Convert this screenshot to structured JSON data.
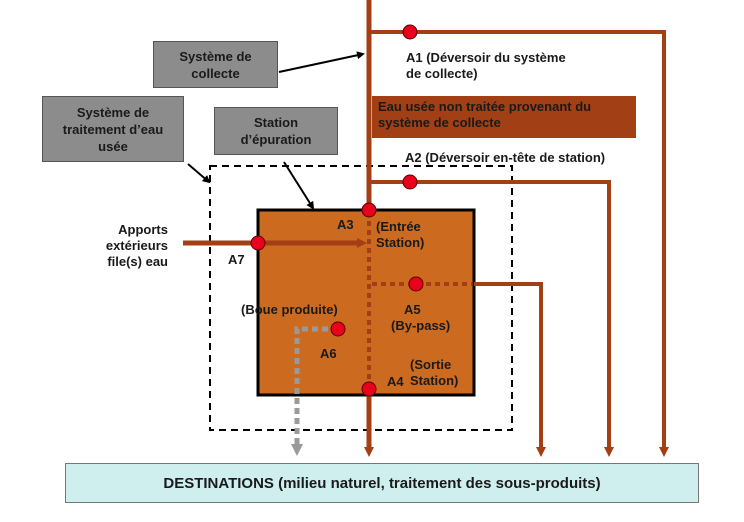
{
  "diagram": {
    "labels": {
      "systeme_collecte": "Système de\ncollecte",
      "systeme_traitement": "Système de\ntraitement d’eau\nusée",
      "station_epuration": "Station\nd’épuration",
      "eau_usee": "Eau usée non traitée provenant du\nsystème de collecte",
      "a1": "A1 (Déversoir du système\nde collecte)",
      "a2": "A2 (Déversoir en-tête de station)",
      "a3": "A3",
      "entree": "(Entrée\nStation)",
      "a7": "A7",
      "apports": "Apports\nextérieurs\nfile(s) eau",
      "boue": "(Boue produite)",
      "a6": "A6",
      "a5": "A5",
      "bypass": "(By-pass)",
      "sortie": "(Sortie\nStation)",
      "a4": "A4",
      "destinations": "DESTINATIONS (milieu naturel, traitement des sous-produits)"
    },
    "colors": {
      "flow": "#a33f14",
      "station_fill": "#cc6a1f",
      "point": "#e8001c",
      "gray_box": "#8c8c8c",
      "dest_fill": "#cfeeee",
      "sludge": "#999999"
    }
  }
}
